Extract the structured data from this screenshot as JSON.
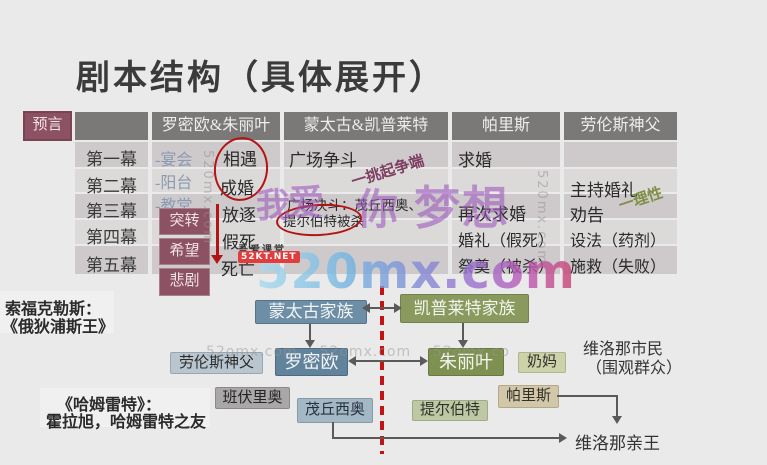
{
  "title": "剧本结构（具体展开）",
  "prologue_label": "预言",
  "table": {
    "headers": [
      "",
      "罗密欧&朱丽叶",
      "蒙太古&凯普莱特",
      "帕里斯",
      "劳伦斯神父"
    ],
    "acts": [
      "第一幕",
      "第二幕",
      "第三幕",
      "第四幕",
      "第五幕"
    ],
    "romeo_juliet": {
      "sub_labels": [
        "-宴会",
        "-阳台",
        "-教堂"
      ],
      "main": [
        "相遇",
        "成婚",
        "放逐",
        "假死",
        "死亡"
      ]
    },
    "families": {
      "act1": "广场争斗",
      "act3_line1": "广场决斗：茂丘西奥、",
      "act3_line2": "提尔伯特被杀"
    },
    "paris": {
      "act1": "求婚",
      "act3": "再次求婚",
      "act4": "婚礼（假死）",
      "act5": "祭奠（被杀）"
    },
    "friar": {
      "act2": "主持婚礼",
      "act3": "劝告",
      "act4": "设法（药剂）",
      "act5": "施救（失败）"
    }
  },
  "annotations": {
    "stir_conflict": "一挑起争端",
    "rational": "一理性"
  },
  "stage_notes": [
    "突转",
    "希望",
    "悲剧"
  ],
  "diagram": {
    "montague_family": "蒙太古家族",
    "capulet_family": "凯普莱特家族",
    "romeo": "罗密欧",
    "juliet": "朱丽叶",
    "friar_laurence": "劳伦斯神父",
    "benvolio": "班伏里奥",
    "mercutio": "茂丘西奥",
    "nurse": "奶妈",
    "tybalt": "提尔伯特",
    "paris": "帕里斯",
    "citizens_line1": "维洛那市民",
    "citizens_line2": "（围观群众）",
    "prince": "维洛那亲王"
  },
  "side_notes": {
    "sophocles_line1": "索福克勒斯：",
    "sophocles_line2": "《俄狄浦斯王》",
    "hamlet_line1": "《哈姆雷特》：",
    "hamlet_line2": "霍拉旭，哈姆雷特之友"
  },
  "watermarks": {
    "big": "520mx.com",
    "purple_chars": [
      "我",
      "爱",
      "你",
      "梦",
      "想"
    ],
    "vertical_left": "520mx.com",
    "vertical_right": "520mx.com",
    "faint_row": "52omx.com    52omx.com    52omx.co",
    "logo_top": "吾爱课堂",
    "logo_bottom": "52KT.NET"
  },
  "colors": {
    "background": "#eaeaea",
    "table_header": "#7b7878",
    "row_odd": "#cecacb",
    "row_even": "#dcd9d9",
    "maroon_box": "#8d5164",
    "red_mark": "#b41414",
    "montague_blue": "#6e8ea6",
    "capulet_olive": "#8a9a5e",
    "annotation_purple": "#7e3f63",
    "annotation_green": "#7f8f45"
  }
}
